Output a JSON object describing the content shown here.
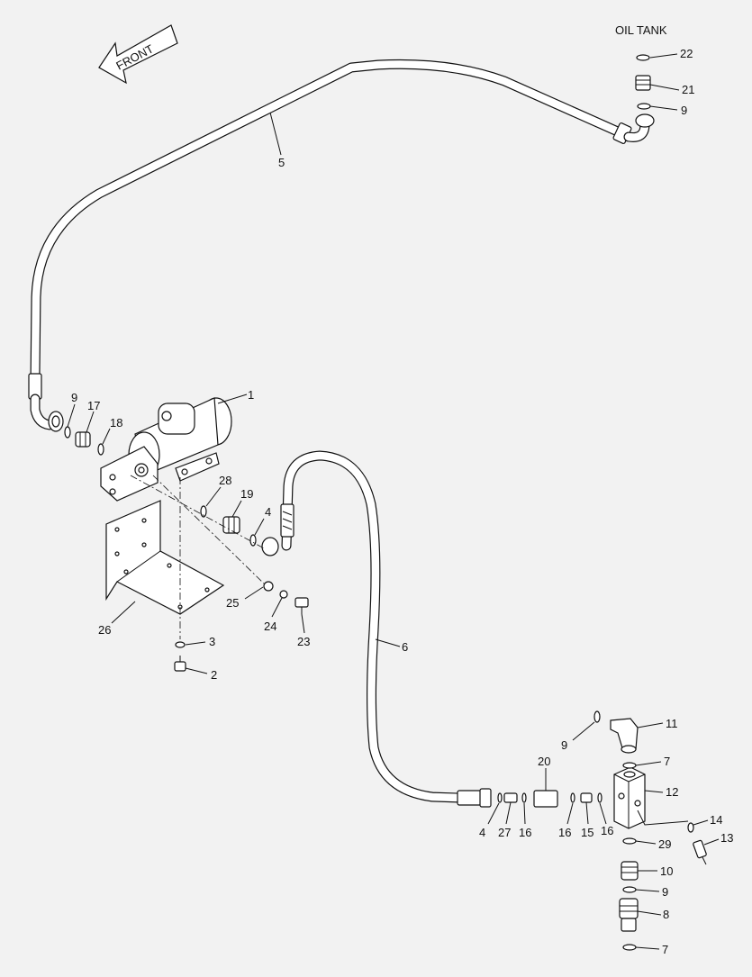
{
  "front_arrow": {
    "label": "FRONT"
  },
  "oil_tank_label": "OIL TANK",
  "callouts": [
    {
      "id": "c22",
      "text": "22"
    },
    {
      "id": "c21",
      "text": "21"
    },
    {
      "id": "c9a",
      "text": "9"
    },
    {
      "id": "c5",
      "text": "5"
    },
    {
      "id": "c1",
      "text": "1"
    },
    {
      "id": "c9b",
      "text": "9"
    },
    {
      "id": "c17",
      "text": "17"
    },
    {
      "id": "c18",
      "text": "18"
    },
    {
      "id": "c28",
      "text": "28"
    },
    {
      "id": "c19",
      "text": "19"
    },
    {
      "id": "c4a",
      "text": "4"
    },
    {
      "id": "c25",
      "text": "25"
    },
    {
      "id": "c24",
      "text": "24"
    },
    {
      "id": "c23",
      "text": "23"
    },
    {
      "id": "c26",
      "text": "26"
    },
    {
      "id": "c3",
      "text": "3"
    },
    {
      "id": "c2",
      "text": "2"
    },
    {
      "id": "c6",
      "text": "6"
    },
    {
      "id": "c11",
      "text": "11"
    },
    {
      "id": "c9c",
      "text": "9"
    },
    {
      "id": "c7a",
      "text": "7"
    },
    {
      "id": "c20",
      "text": "20"
    },
    {
      "id": "c12",
      "text": "12"
    },
    {
      "id": "c4b",
      "text": "4"
    },
    {
      "id": "c27",
      "text": "27"
    },
    {
      "id": "c16a",
      "text": "16"
    },
    {
      "id": "c16b",
      "text": "16"
    },
    {
      "id": "c15",
      "text": "15"
    },
    {
      "id": "c16c",
      "text": "16"
    },
    {
      "id": "c14",
      "text": "14"
    },
    {
      "id": "c13",
      "text": "13"
    },
    {
      "id": "c29",
      "text": "29"
    },
    {
      "id": "c10",
      "text": "10"
    },
    {
      "id": "c9d",
      "text": "9"
    },
    {
      "id": "c8",
      "text": "8"
    },
    {
      "id": "c7b",
      "text": "7"
    }
  ]
}
